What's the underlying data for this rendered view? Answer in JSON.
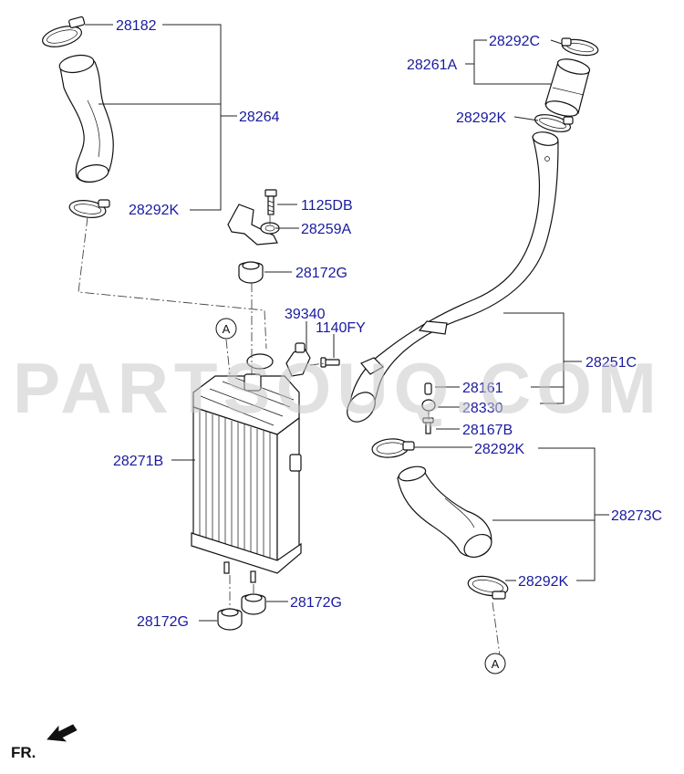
{
  "watermark": "PARTSOUQ.COM",
  "orientation_label": "FR.",
  "reference_marker": "A",
  "callouts": [
    {
      "id": "28182"
    },
    {
      "id": "28264"
    },
    {
      "id": "28292K",
      "position": "upper-left hose clamp"
    },
    {
      "id": "1125DB"
    },
    {
      "id": "28259A"
    },
    {
      "id": "28172G",
      "position": "upper mount"
    },
    {
      "id": "39340"
    },
    {
      "id": "1140FY"
    },
    {
      "id": "28292C"
    },
    {
      "id": "28261A"
    },
    {
      "id": "28292K",
      "position": "upper-right clamp"
    },
    {
      "id": "28251C"
    },
    {
      "id": "28161"
    },
    {
      "id": "28330"
    },
    {
      "id": "28167B"
    },
    {
      "id": "28292K",
      "position": "lower-right upper clamp"
    },
    {
      "id": "28273C"
    },
    {
      "id": "28292K",
      "position": "lower-right lower clamp"
    },
    {
      "id": "28271B"
    },
    {
      "id": "28172G",
      "position": "lower right mount"
    },
    {
      "id": "28172G",
      "position": "lower left mount"
    }
  ],
  "colors": {
    "label": "#1a1aa0",
    "linework": "#111111",
    "watermark": "#c9c9c9"
  }
}
